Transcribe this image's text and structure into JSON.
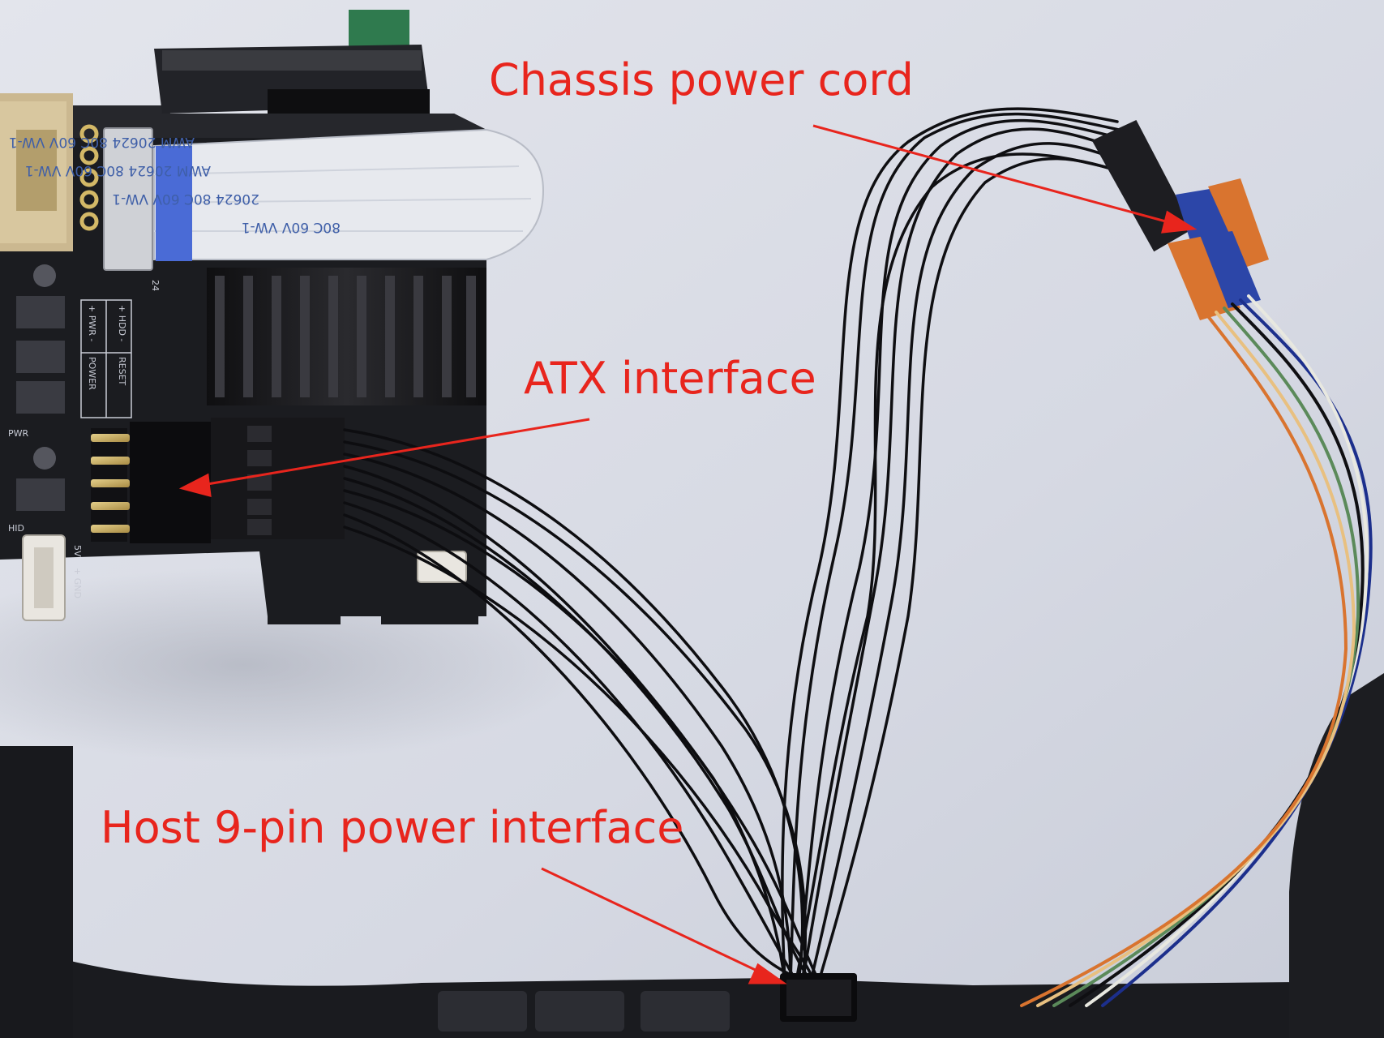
{
  "annotations": {
    "chassis_power_cord": "Chassis power cord",
    "atx_interface": "ATX interface",
    "host_9pin_power_interface": "Host 9-pin power interface"
  },
  "board_silkscreen": {
    "hdd": "+ HDD -",
    "pwr": "+ PWR -",
    "power": "POWER",
    "reset": "RESET",
    "pwr_header": "PWR",
    "hid": "HID",
    "voltage": "5V",
    "gnd": "+ GND",
    "pin_count": "24"
  },
  "ribbon_cable_text": [
    "AWM 20624 80C 60V VW-1",
    "AWM 20624 80C 60V VW-1",
    "20624 80C 60V VW-1",
    "80C 60V VW-1"
  ],
  "colors": {
    "annotation_text": "#e8251d",
    "arrow": "#e8251d",
    "background": "#d9dce6",
    "pcb": "#1b1c20",
    "ribbon": "#e7e9ee",
    "heatsink": "#141416",
    "orange_connector": "#d9742f",
    "blue_connector": "#2c46a8"
  }
}
